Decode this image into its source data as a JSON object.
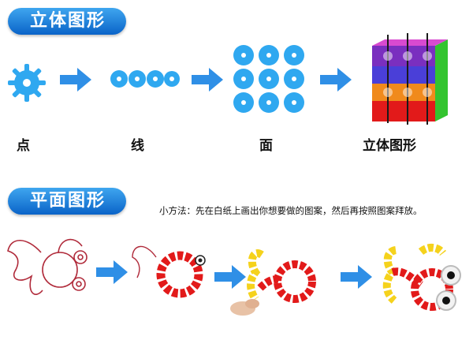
{
  "section1": {
    "title": "立体图形",
    "labels": [
      "点",
      "线",
      "面",
      "立体图形"
    ]
  },
  "section2": {
    "title": "平面图形",
    "tip": "小方法：先在白纸上画出你想要做的图案，然后再按照图案拜放。"
  },
  "colors": {
    "banner": "#1a7fe0",
    "arrow": "#2f8fe6",
    "piece_blue": "#2fa8f0",
    "piece_red": "#e21a1a",
    "piece_yellow": "#f5d21c",
    "sketch_line": "#b02a3a"
  }
}
